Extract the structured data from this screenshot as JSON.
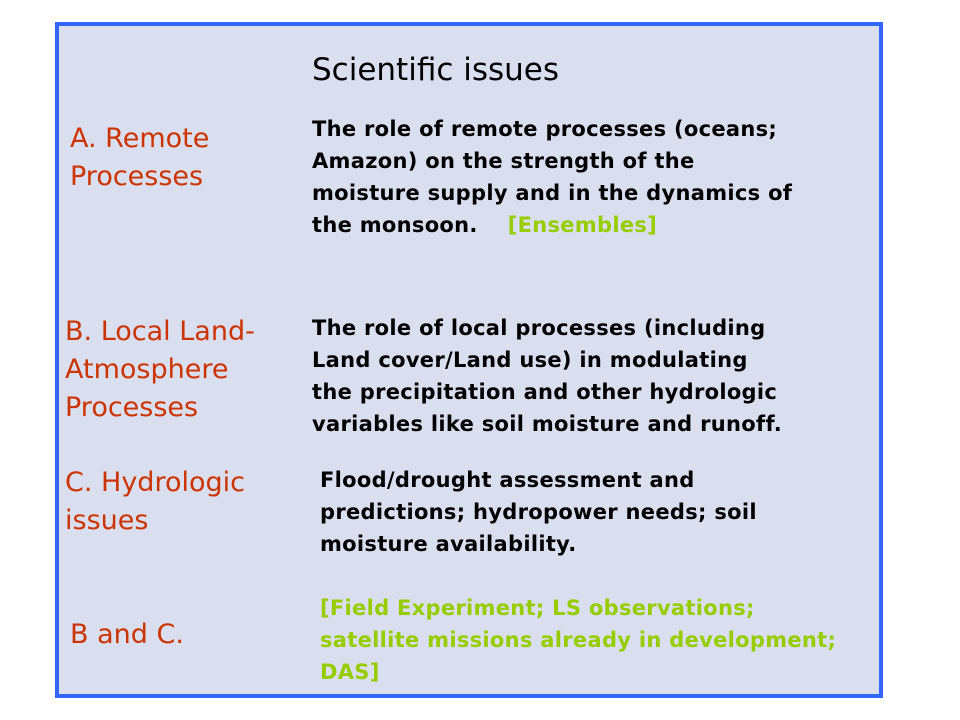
{
  "title": "Scientific issues",
  "sections": [
    {
      "label": [
        "A. Remote",
        "Processes"
      ],
      "text": [
        "The role of remote processes (oceans;",
        "Amazon) on the strength of the",
        "moisture supply and in the dynamics of",
        "the monsoon."
      ],
      "note": "[Ensembles]"
    },
    {
      "label": [
        "B. Local Land-",
        "Atmosphere",
        "Processes"
      ],
      "text": [
        "The role of local processes (including",
        "Land cover/Land use) in modulating",
        "the precipitation and other hydrologic",
        "variables like soil moisture and runoff."
      ]
    },
    {
      "label": [
        "C. Hydrologic",
        "issues"
      ],
      "text": [
        "Flood/drought assessment and",
        "predictions; hydropower needs; soil",
        "moisture availability."
      ]
    },
    {
      "label": [
        "B and C."
      ],
      "text": [
        "[Field Experiment; LS observations;",
        "satellite missions already in development;",
        "DAS]"
      ]
    }
  ],
  "colors": {
    "border": "#3366ff",
    "background": "#dadff0",
    "label": "#cc3300",
    "note": "#99cc00"
  }
}
